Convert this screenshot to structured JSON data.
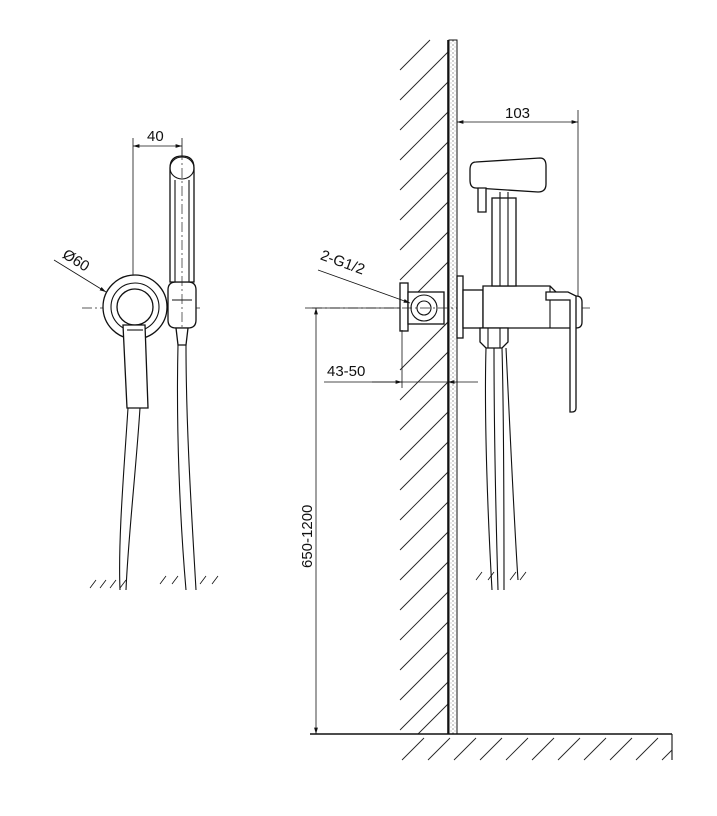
{
  "dimensions": {
    "width_front": "40",
    "diameter": "Ø60",
    "projection": "103",
    "thread": "2-G1/2",
    "wall_depth": "43-50",
    "mount_height": "650-1200"
  }
}
